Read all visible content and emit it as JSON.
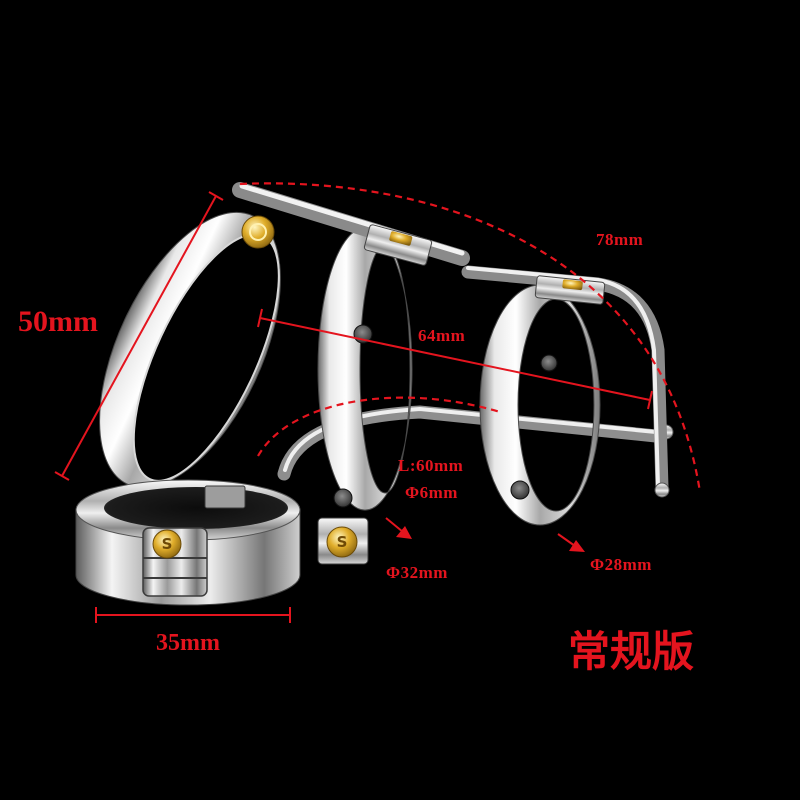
{
  "labels": {
    "height": "50mm",
    "length_outer": "78mm",
    "length_inner": "64mm",
    "rod_length": "L:60mm",
    "rod_diameter": "Φ6mm",
    "ring_front": "Φ32mm",
    "ring_rear": "Φ28mm",
    "base_width": "35mm",
    "version": "常规版"
  },
  "screw_marks": {
    "base": "S",
    "middle": "S"
  },
  "colors": {
    "background": "#000000",
    "annotation": "#e4141e",
    "metal": "#c8c8c8",
    "gold": "#d9a520"
  }
}
